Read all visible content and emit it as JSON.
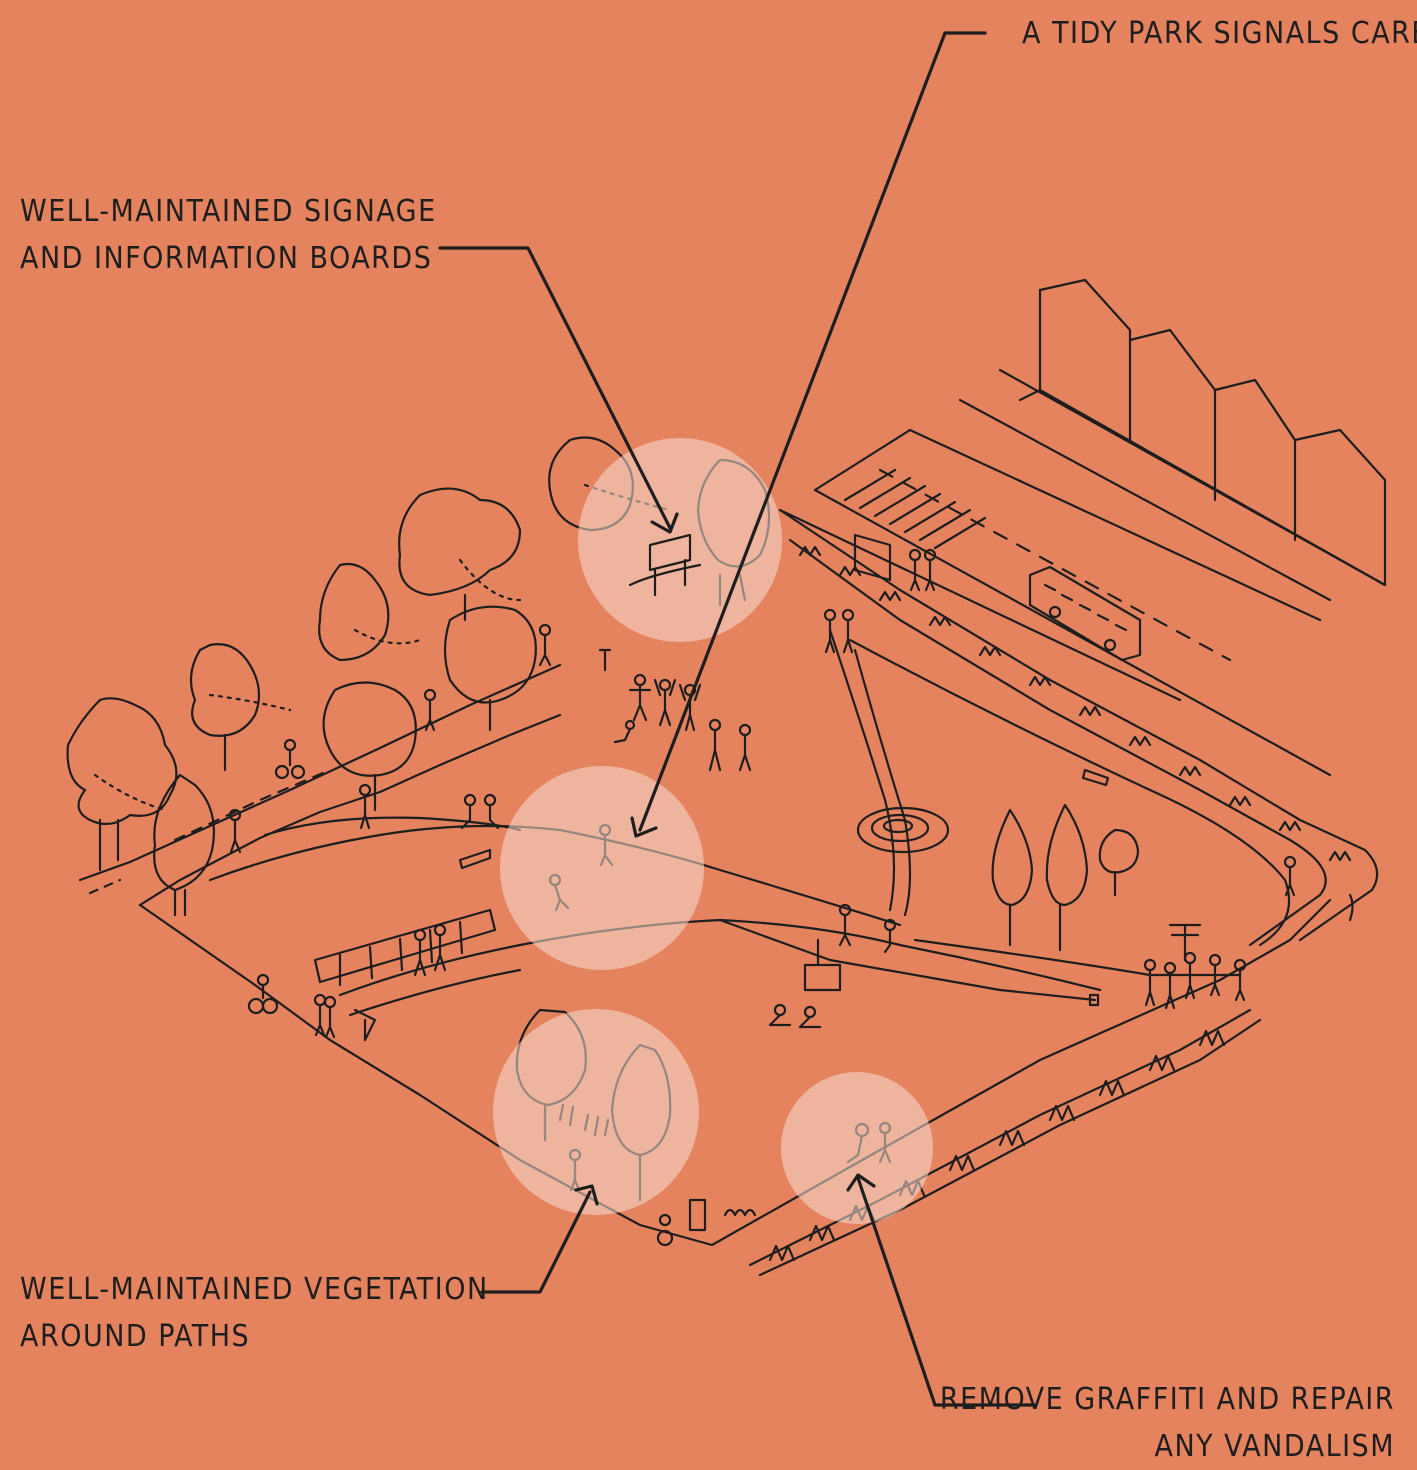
{
  "callouts": {
    "tidy_park": {
      "lines": [
        "A TIDY PARK SIGNALS CARE"
      ]
    },
    "signage": {
      "lines": [
        "WELL-MAINTAINED SIGNAGE",
        "AND INFORMATION BOARDS"
      ]
    },
    "vegetation": {
      "lines": [
        "WELL-MAINTAINED VEGETATION",
        "AROUND PATHS"
      ]
    },
    "graffiti": {
      "lines": [
        "REMOVE GRAFFITI AND REPAIR",
        "ANY VANDALISM"
      ]
    }
  },
  "colors": {
    "background": "#E5835F",
    "ink": "#1E1E1E",
    "highlight": "#F7DDD0"
  }
}
